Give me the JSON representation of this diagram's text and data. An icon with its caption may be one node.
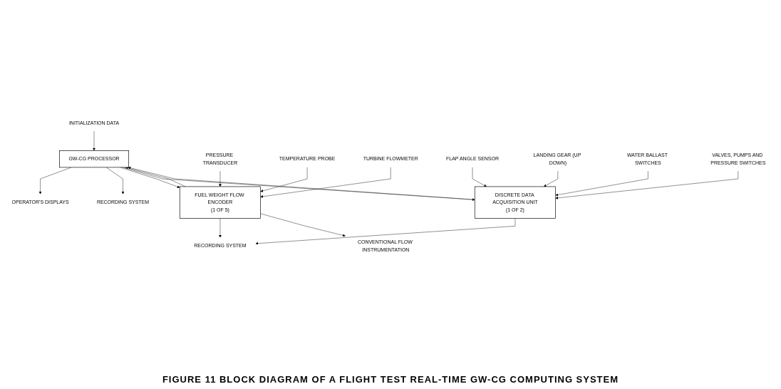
{
  "diagram": {
    "caption": "FIGURE 11 BLOCK DIAGRAM OF A FLIGHT TEST REAL-TIME GW-CG COMPUTING SYSTEM",
    "nodes": [
      {
        "text": [
          "GW-CG PROCESSOR"
        ]
      },
      {
        "text": [
          "OPERATOR'S DISPLAYS"
        ]
      },
      {
        "text": [
          "RECORDING SYSTEM"
        ]
      },
      {
        "text": [
          "INITIALIZATION DATA"
        ]
      },
      {
        "text": [
          "FUEL WEIGHT FLOW ENCODER",
          "(1 OF 5)"
        ]
      },
      {
        "text": [
          "RECORDING SYSTEM"
        ]
      },
      {
        "text": [
          "DISCRETE DATA ACQUISITION UNIT",
          "(1 OF 2)"
        ]
      },
      {
        "text": [
          "CONVENTIONAL FLOW INSTRUMENTATION"
        ]
      },
      {
        "text": [
          "PRESSURE TRANSDUCER"
        ]
      },
      {
        "text": [
          "TEMPERATURE PROBE"
        ]
      },
      {
        "text": [
          "TURBINE FLOWMETER"
        ]
      },
      {
        "text": [
          "FLAP ANGLE SENSOR"
        ]
      },
      {
        "text": [
          "LANDING GEAR (UP DOWN)"
        ]
      },
      {
        "text": [
          "WATER BALLAST SWITCHES"
        ]
      },
      {
        "text": [
          "VALVES, PUMPS AND PRESSURE SWITCHES"
        ]
      }
    ],
    "edges": [
      {
        "from": 0,
        "to": 1,
        "arrow": "to"
      },
      {
        "from": 0,
        "to": 2,
        "arrow": "to"
      },
      {
        "from": 3,
        "to": 0,
        "arrow": "to"
      },
      {
        "from": 0,
        "to": 4,
        "arrow": "to"
      },
      {
        "from": 4,
        "to": 0,
        "arrow": "to"
      },
      {
        "from": 6,
        "to": 0,
        "arrow": "to"
      },
      {
        "from": 0,
        "to": 6,
        "arrow": "to"
      },
      {
        "from": 4,
        "to": 5,
        "arrow": "to"
      },
      {
        "from": 6,
        "to": 5,
        "arrow": "to"
      },
      {
        "from": 4,
        "to": 7,
        "arrow": "to"
      },
      {
        "from": 8,
        "to": 4,
        "arrow": "to"
      },
      {
        "from": 9,
        "to": 4,
        "arrow": "to"
      },
      {
        "from": 10,
        "to": 4,
        "arrow": "to"
      },
      {
        "from": 11,
        "to": 6,
        "arrow": "to"
      },
      {
        "from": 12,
        "to": 6,
        "arrow": "to"
      },
      {
        "from": 13,
        "to": 6,
        "arrow": "to"
      },
      {
        "from": 14,
        "to": 6,
        "arrow": "to"
      }
    ]
  }
}
